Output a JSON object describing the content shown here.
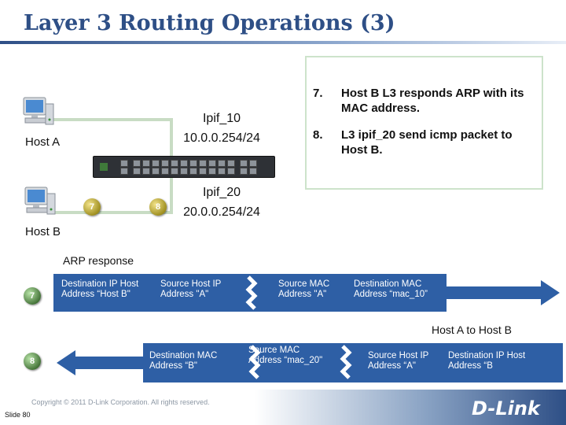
{
  "slide": {
    "title": "Layer 3 Routing Operations (3)",
    "copyright": "Copyright © 2011 D-Link Corporation. All rights reserved.",
    "slide_number": "Slide 80",
    "logo_text": "D-Link"
  },
  "topology": {
    "host_a_label": "Host A",
    "host_b_label": "Host B",
    "ipif_10_name": "Ipif_10",
    "ipif_10_address": "10.0.0.254/24",
    "ipif_20_name": "Ipif_20",
    "ipif_20_address": "20.0.0.254/24",
    "step_7_marker": "7",
    "step_8_marker": "8"
  },
  "notes": [
    {
      "num": "7.",
      "text": "Host B L3 responds ARP with its MAC address."
    },
    {
      "num": "8.",
      "text": "L3 ipif_20 send icmp packet to Host B."
    }
  ],
  "packet_7": {
    "title": "ARP response",
    "marker": "7",
    "field_1": "Destination IP Host Address “Host B\"",
    "field_2": "Source Host IP Address \"A\"",
    "field_3": "Source MAC Address \"A\"",
    "field_4": "Destination MAC Address “mac_10”"
  },
  "packet_8": {
    "title": "Host A to Host B",
    "marker": "8",
    "field_1": "Destination MAC Address “B\"",
    "field_2": "Source MAC Address “mac_20\"",
    "field_3": "Source Host IP Address “A\"",
    "field_4": "Destination IP Host Address “B"
  }
}
